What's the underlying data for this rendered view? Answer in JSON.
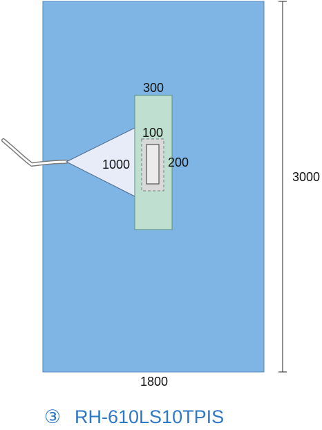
{
  "drape": {
    "width_label": "1800",
    "height_label": "3000",
    "colors": {
      "drape_fill": "#7fb5e4",
      "drape_stroke": "#4f86c0",
      "panel_fill": "#bfe0d0",
      "panel_stroke": "#5e8f79",
      "pouch_fill": "#e7ecf8",
      "pouch_stroke": "#4f6688",
      "fenestration_fill": "#d9d9d9",
      "fenestration_stroke": "#7a7a7a",
      "dimension_line": "#222222",
      "accent": "#2f78c6"
    }
  },
  "panel": {
    "width_label": "300"
  },
  "pouch": {
    "length_label": "1000"
  },
  "fenestration": {
    "width_label": "100",
    "height_label": "200"
  },
  "product": {
    "number_mark": "③",
    "model": "RH-610LS10TPIS"
  }
}
